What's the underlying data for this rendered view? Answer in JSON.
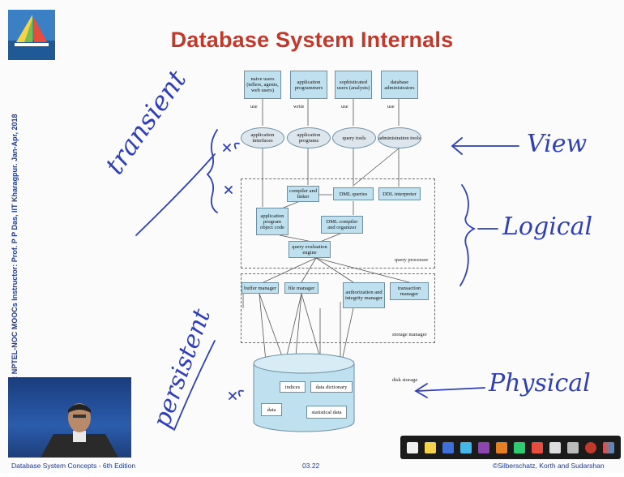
{
  "slide": {
    "title": "Database System Internals",
    "side_credit": "SWAYAM: NPTEL-NOC MOOCs Instructor: Prof. P P Das, IIT Kharagpur. Jan-Apr, 2018",
    "footer_left": "Database System Concepts - 6th Edition",
    "footer_center": "03.22",
    "footer_right": "©Silberschatz, Korth and Sudarshan"
  },
  "users": [
    {
      "label": "naive users (tellers, agents, web users)",
      "edge": "use"
    },
    {
      "label": "application programmers",
      "edge": "write"
    },
    {
      "label": "sophisticated users (analysts)",
      "edge": "use"
    },
    {
      "label": "database administrators",
      "edge": "use"
    }
  ],
  "tools": [
    {
      "label": "application interfaces"
    },
    {
      "label": "application programs"
    },
    {
      "label": "query tools"
    },
    {
      "label": "administration tools"
    }
  ],
  "query_processor": {
    "label": "query processor",
    "compiler_linker": "compiler and linker",
    "dml_queries": "DML queries",
    "ddl_interpreter": "DDL interpreter",
    "app_object_code": "application program object code",
    "dml_compiler": "DML compiler and organizer",
    "query_engine": "query evaluation engine"
  },
  "storage_manager": {
    "label": "storage manager",
    "buffer": "buffer manager",
    "file": "file manager",
    "auth": "authorization and integrity manager",
    "transaction": "transaction manager"
  },
  "disk": {
    "label": "disk storage",
    "indices": "indices",
    "data_dictionary": "data dictionary",
    "data": "data",
    "statistical": "statistical data"
  },
  "annotations": {
    "view": "View",
    "logical": "Logical",
    "physical": "Physical",
    "transient": "transient",
    "persistent": "persistent"
  },
  "colors": {
    "title": "#c0392b",
    "box_fill": "#bfe1ef",
    "ink": "#2f3fb8",
    "credit": "#1f3a93"
  }
}
